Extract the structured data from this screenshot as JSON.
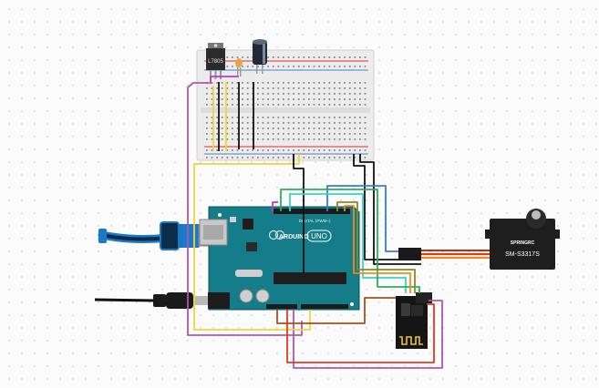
{
  "components": {
    "regulator": {
      "label": "L7805"
    },
    "arduino": {
      "brand": "ARDUINO",
      "model": "UNO",
      "header_label": "DIGITAL (PWM~)"
    },
    "servo": {
      "brand": "SPRINGRC",
      "model": "SM-S3317S"
    }
  },
  "colors": {
    "usb_cable": "#1a78c8",
    "board": "#157c8a",
    "wire_purple": "#b055b5",
    "wire_yellow": "#f2d43a",
    "wire_black": "#111111",
    "wire_blue": "#3a7ad4",
    "wire_cyan": "#3ad4c4",
    "wire_magenta": "#c03ac4",
    "wire_red": "#e03a1e",
    "wire_brown": "#a55218",
    "wire_orange": "#f08a1e",
    "wire_olive": "#8a8a20"
  }
}
